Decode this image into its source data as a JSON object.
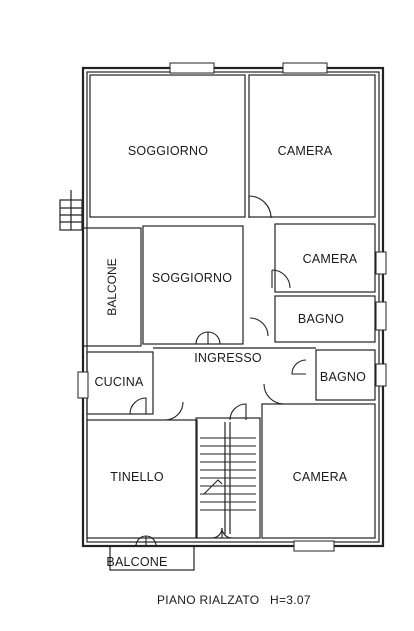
{
  "rooms": {
    "soggiorno_top": "SOGGIORNO",
    "camera_top": "CAMERA",
    "balcone_left": "BALCONE",
    "soggiorno_mid": "SOGGIORNO",
    "camera_mid": "CAMERA",
    "bagno_upper": "BAGNO",
    "ingresso": "INGRESSO",
    "cucina": "CUCINA",
    "bagno_lower": "BAGNO",
    "tinello": "TINELLO",
    "camera_bottom": "CAMERA",
    "balcone_bottom": "BALCONE"
  },
  "caption": {
    "floor": "PIANO RIALZATO",
    "height": "H=3.07"
  }
}
